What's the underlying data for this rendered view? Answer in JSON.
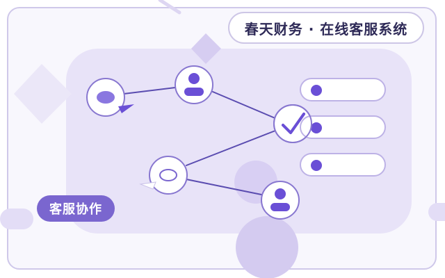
{
  "title": "春天财务 · 在线客服系统",
  "tag": "客服协作",
  "colors": {
    "accent": "#6a4fd6",
    "tag_fill": "#7a66cf",
    "panel": "#e8e3f8",
    "outline": "#cfc8ea",
    "line": "#5a4cb0",
    "text_dark": "#2e2a57"
  },
  "nodes": [
    {
      "name": "chat-bubble-node",
      "icon": "chat-bubble-icon"
    },
    {
      "name": "agent-node-top",
      "icon": "user-avatar-icon"
    },
    {
      "name": "check-node",
      "icon": "checkmark-icon"
    },
    {
      "name": "chat-bubble-node-lower",
      "icon": "chat-bubble-outline-icon"
    },
    {
      "name": "agent-node-bottom",
      "icon": "user-avatar-icon"
    }
  ],
  "list_items": 3
}
